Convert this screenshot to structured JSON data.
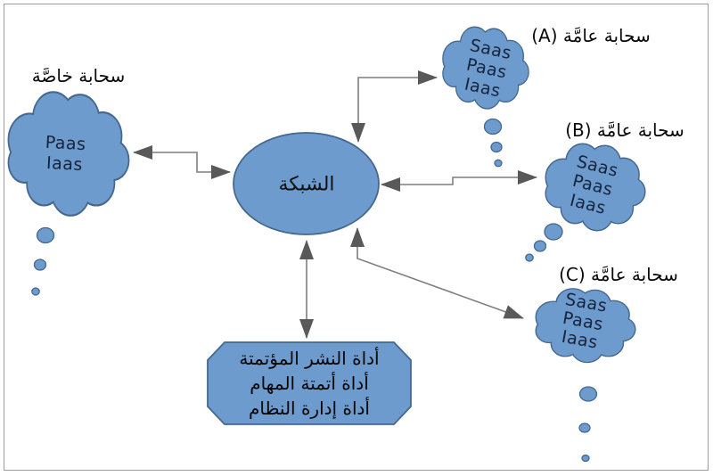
{
  "diagram": {
    "network": {
      "label": "الشبكة"
    },
    "private_cloud": {
      "title": "سحابة خاصَّة",
      "services": "Paas\nIaas"
    },
    "public_cloud_a": {
      "title": "سحابة عامَّة (A)",
      "services": "Saas\nPaas\nIaas"
    },
    "public_cloud_b": {
      "title": "سحابة عامَّة (B)",
      "services": "Saas\nPaas\nIaas"
    },
    "public_cloud_c": {
      "title": "سحابة عامَّة (C)",
      "services": "Saas\nPaas\nIaas"
    },
    "automation_box": {
      "lines": [
        "أداة النشر المؤتمتة",
        "أداة أتمتة المهام",
        "أداة إدارة النظام"
      ]
    },
    "colors": {
      "shape_fill": "#6e9bcd",
      "shape_outline": "#44688f",
      "connector_line": "#7f7f7f",
      "arrowhead": "#595959",
      "text": "#111111"
    }
  }
}
